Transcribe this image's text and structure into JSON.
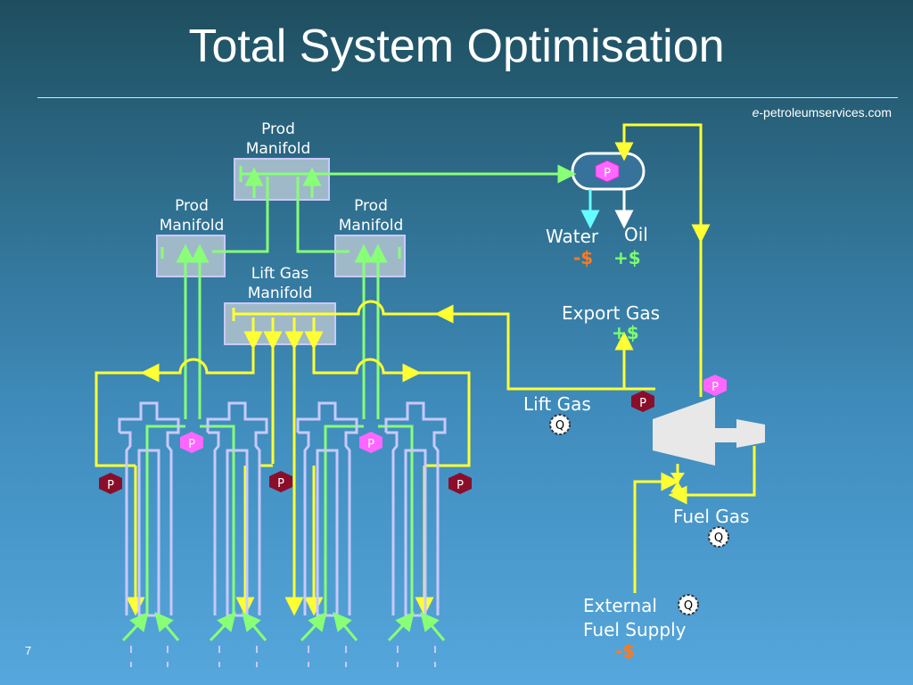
{
  "title": "Total System Optimisation",
  "brand": {
    "prefix": "e",
    "rest": "-petroleumservices.com"
  },
  "page_number": "7",
  "labels": {
    "prod_manifold_top_1": "Prod",
    "prod_manifold_top_2": "Manifold",
    "prod_manifold_left_1": "Prod",
    "prod_manifold_left_2": "Manifold",
    "prod_manifold_right_1": "Prod",
    "prod_manifold_right_2": "Manifold",
    "lift_gas_manifold_1": "Lift Gas",
    "lift_gas_manifold_2": "Manifold",
    "water": "Water",
    "oil": "Oil",
    "water_value": "-$",
    "oil_value": "+$",
    "export_gas": "Export Gas",
    "export_gas_value": "+$",
    "lift_gas": "Lift Gas",
    "fuel_gas": "Fuel Gas",
    "external_1": "External",
    "external_2": "Fuel Supply",
    "external_value": "-$"
  },
  "badges": {
    "pressure": "P",
    "flow": "Q"
  },
  "colors": {
    "gas_line": "#ffff33",
    "production_line": "#88ff77",
    "well": "#c9c9ff",
    "manifold_fill": "#9fb9c9",
    "pressure_badge_light": "#ff66ff",
    "pressure_badge_dark": "#8a0e2a",
    "negative_value": "#ff7a1e",
    "positive_value": "#7dff6e"
  }
}
